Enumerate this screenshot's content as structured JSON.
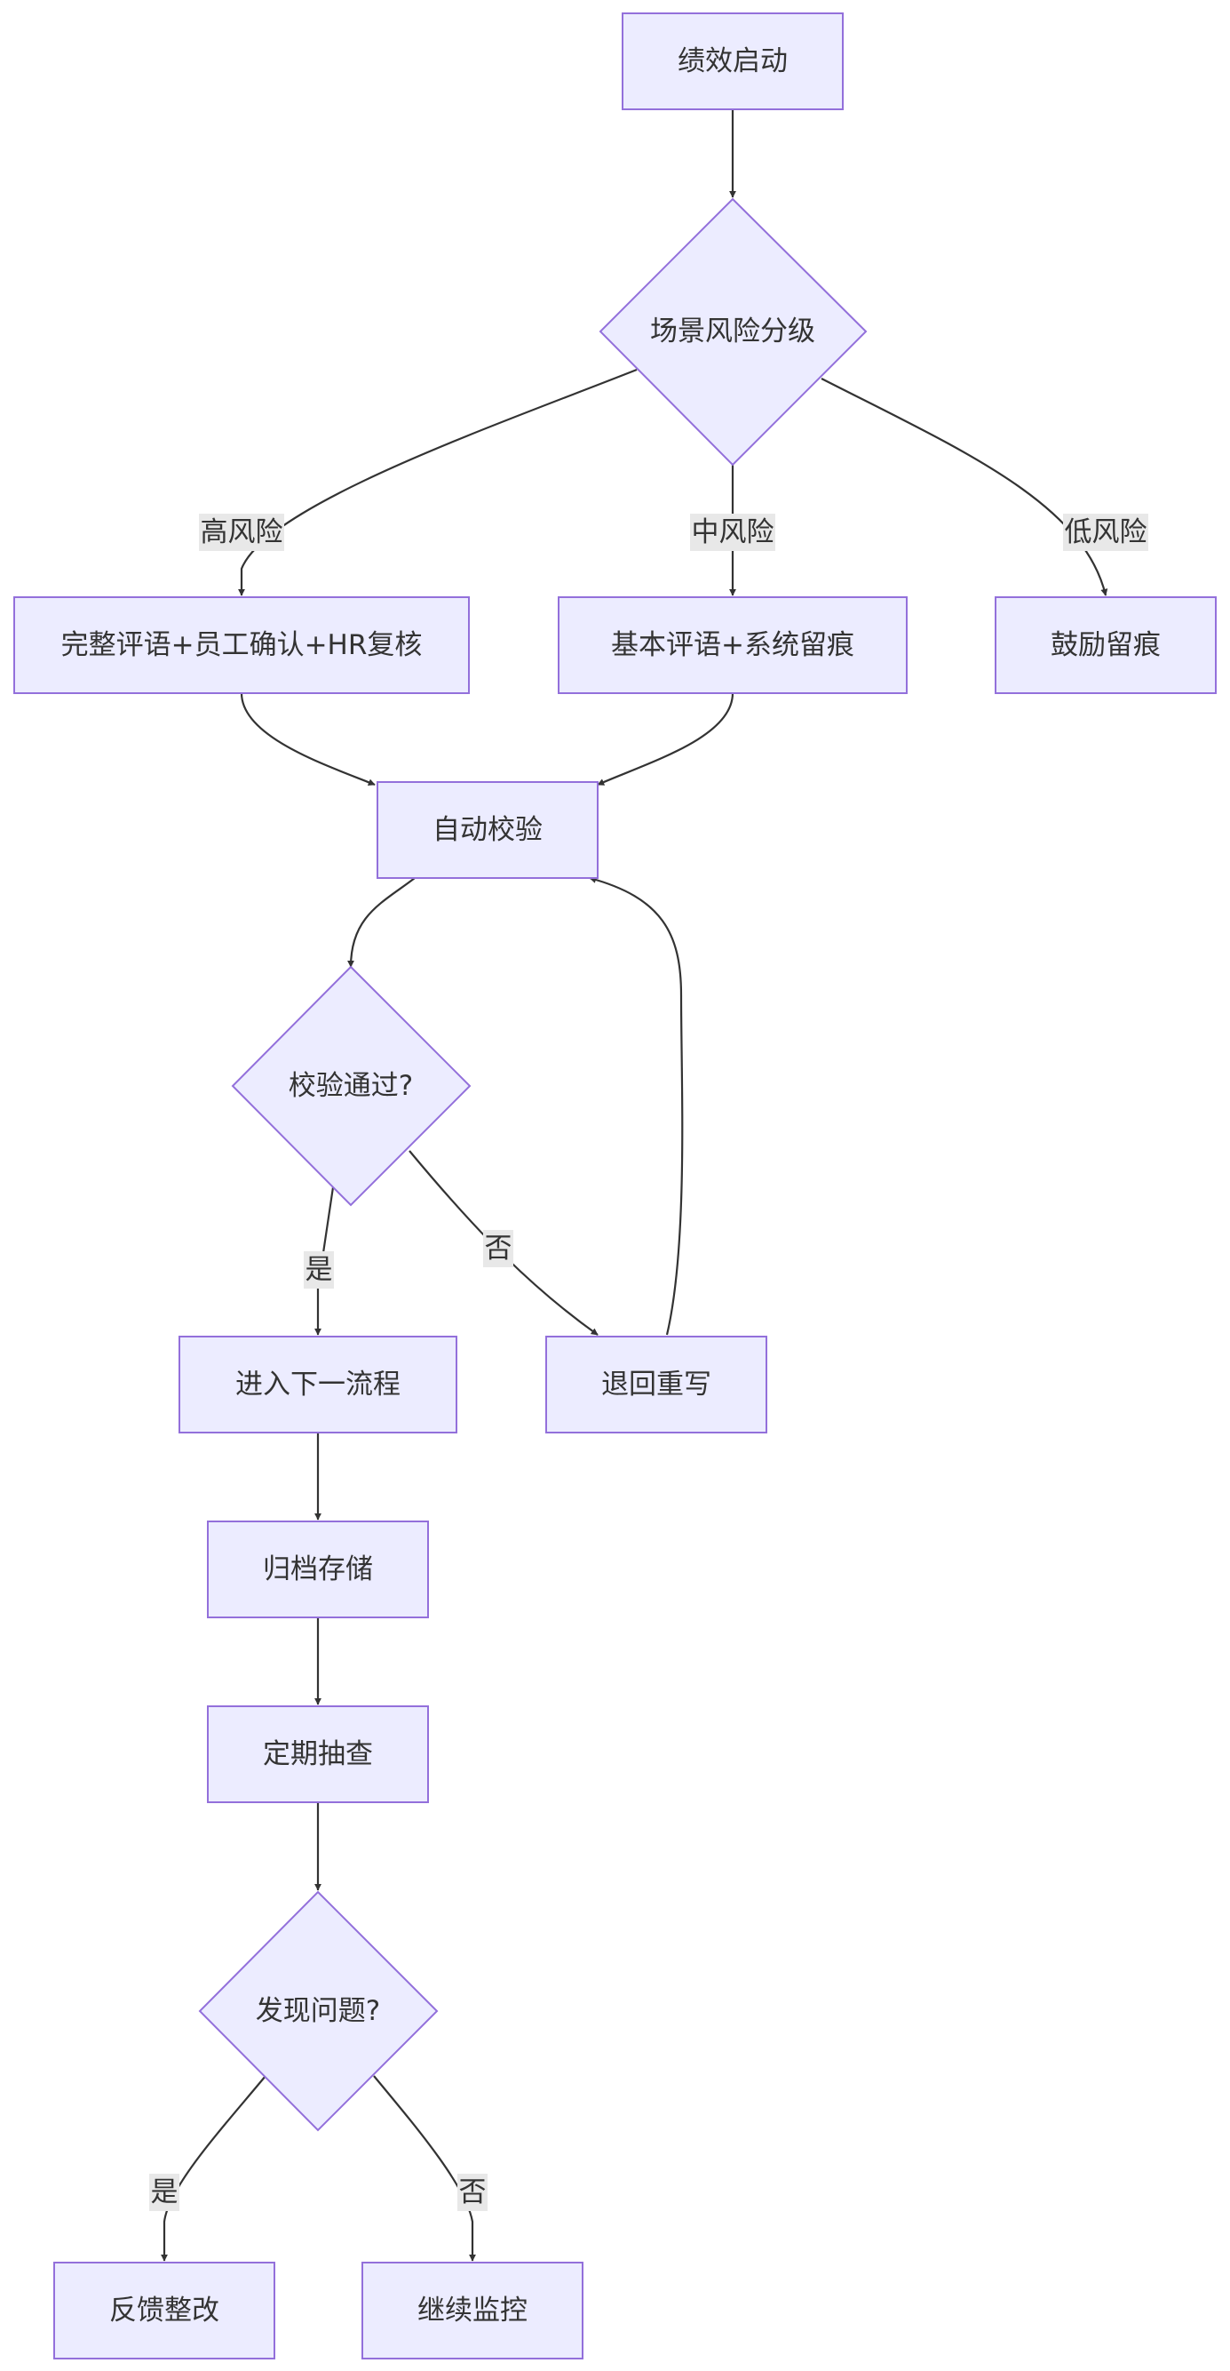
{
  "nodes": {
    "start": "绩效启动",
    "risk": "场景风险分级",
    "high_action": "完整评语+员工确认+HR复核",
    "mid_action": "基本评语+系统留痕",
    "low_action": "鼓励留痕",
    "auto_check": "自动校验",
    "check_pass": "校验通过?",
    "next_step": "进入下一流程",
    "rewrite": "退回重写",
    "archive": "归档存储",
    "audit": "定期抽查",
    "found": "发现问题?",
    "fix": "反馈整改",
    "monitor": "继续监控"
  },
  "edge_labels": {
    "high": "高风险",
    "mid": "中风险",
    "low": "低风险",
    "pass_yes": "是",
    "pass_no": "否",
    "found_yes": "是",
    "found_no": "否"
  },
  "colors": {
    "node_fill": "#ECECFF",
    "node_stroke": "#9370DB",
    "edge": "#333333",
    "label_bg": "#E8E8E8",
    "text": "#333333"
  }
}
